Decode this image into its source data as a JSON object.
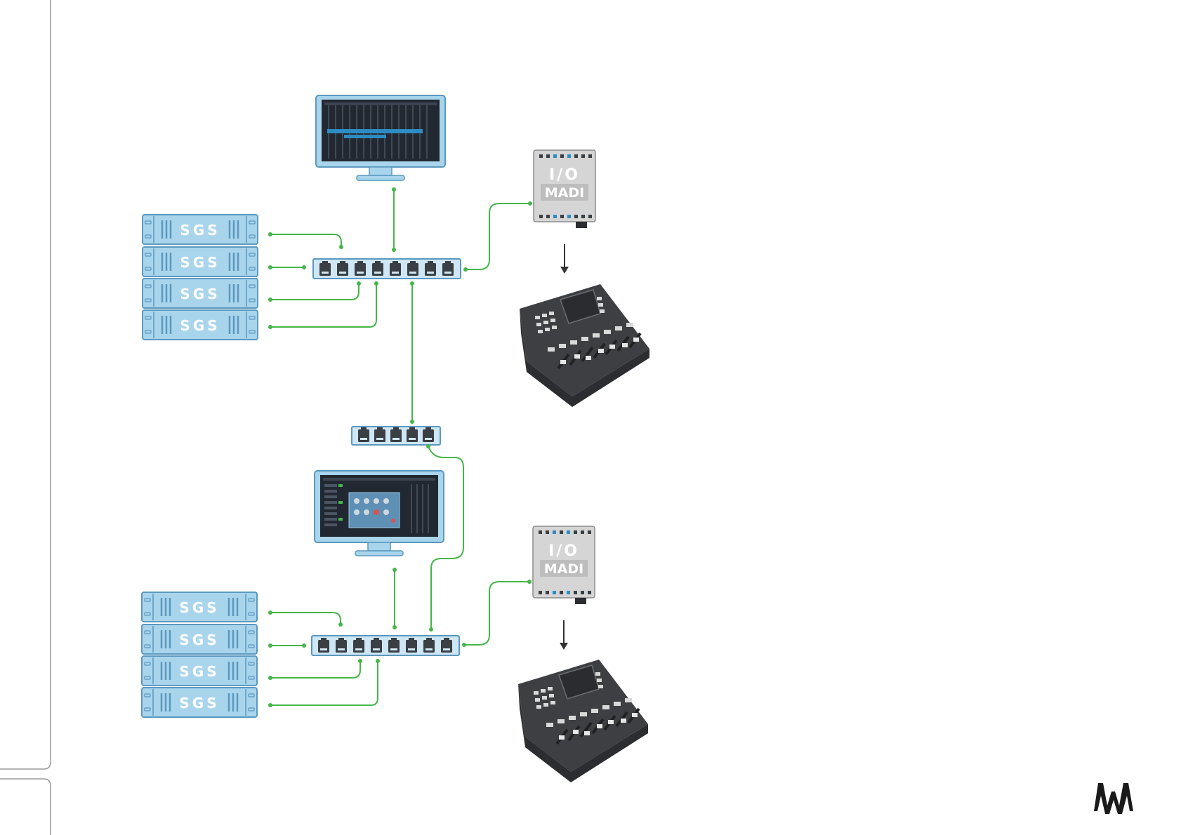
{
  "colors": {
    "cable": "#45b649",
    "rack_fill": "#a9d5ec",
    "rack_stroke": "#5b98bf",
    "switch_fill": "#cfe7f4",
    "port": "#3a3f44",
    "io_fill": "#d5d5d5",
    "console_dark": "#3d3f42",
    "console_mid": "#55585c",
    "logo": "#1a1a1a"
  },
  "labels": {
    "sgs": "SGS",
    "io": "I/O",
    "madi": "MADI"
  },
  "systems": [
    {
      "name": "system-top",
      "server_labels": [
        "SGS",
        "SGS",
        "SGS",
        "SGS"
      ],
      "switch_ports": 8,
      "io_label": "I/O",
      "madi_label": "MADI",
      "monitor_screen": "mixer-view"
    },
    {
      "name": "system-bottom",
      "server_labels": [
        "SGS",
        "SGS",
        "SGS",
        "SGS"
      ],
      "switch_ports": 8,
      "io_label": "I/O",
      "madi_label": "MADI",
      "monitor_screen": "plugin-view"
    }
  ],
  "link_switch_ports": 5,
  "logo_icon": "waves-logo-icon"
}
